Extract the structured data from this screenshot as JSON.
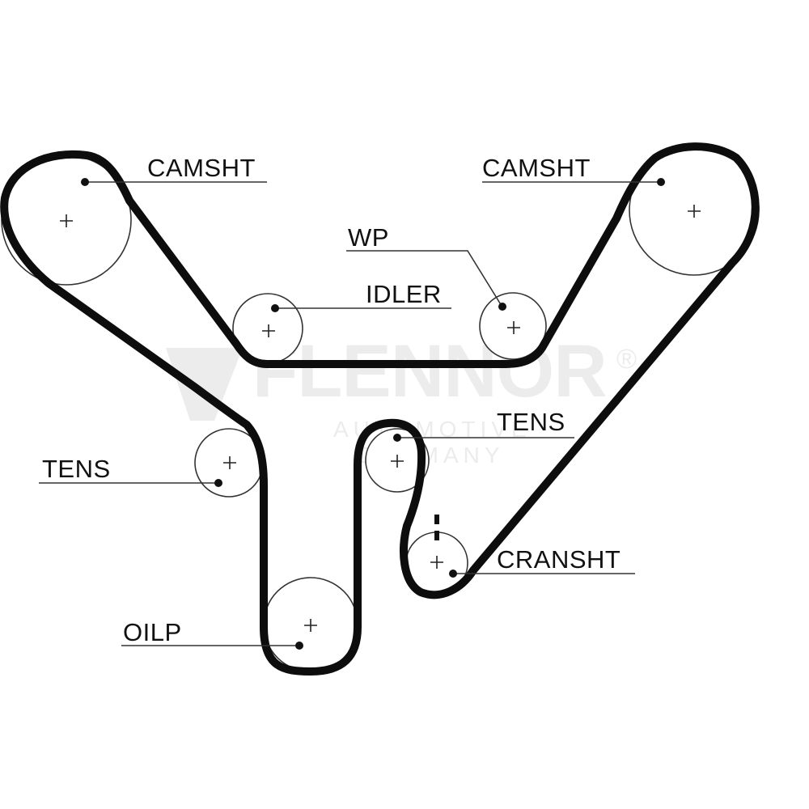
{
  "diagram": {
    "labels": {
      "camshaft_left": "CAMSHT",
      "camshaft_right": "CAMSHT",
      "water_pump": "WP",
      "idler": "IDLER",
      "tensioner_left": "TENS",
      "tensioner_right": "TENS",
      "crankshaft": "CRANSHT",
      "oil_pump": "OILP"
    },
    "watermark": {
      "brand": "FLENNOR",
      "registered": "®",
      "subline_1": "AUTOMOTIVE",
      "subline_2": "GERMANY"
    },
    "colors": {
      "belt": "#0d0d0d",
      "pulley_outline": "#333333",
      "watermark": "#ececec",
      "background": "#ffffff"
    }
  }
}
